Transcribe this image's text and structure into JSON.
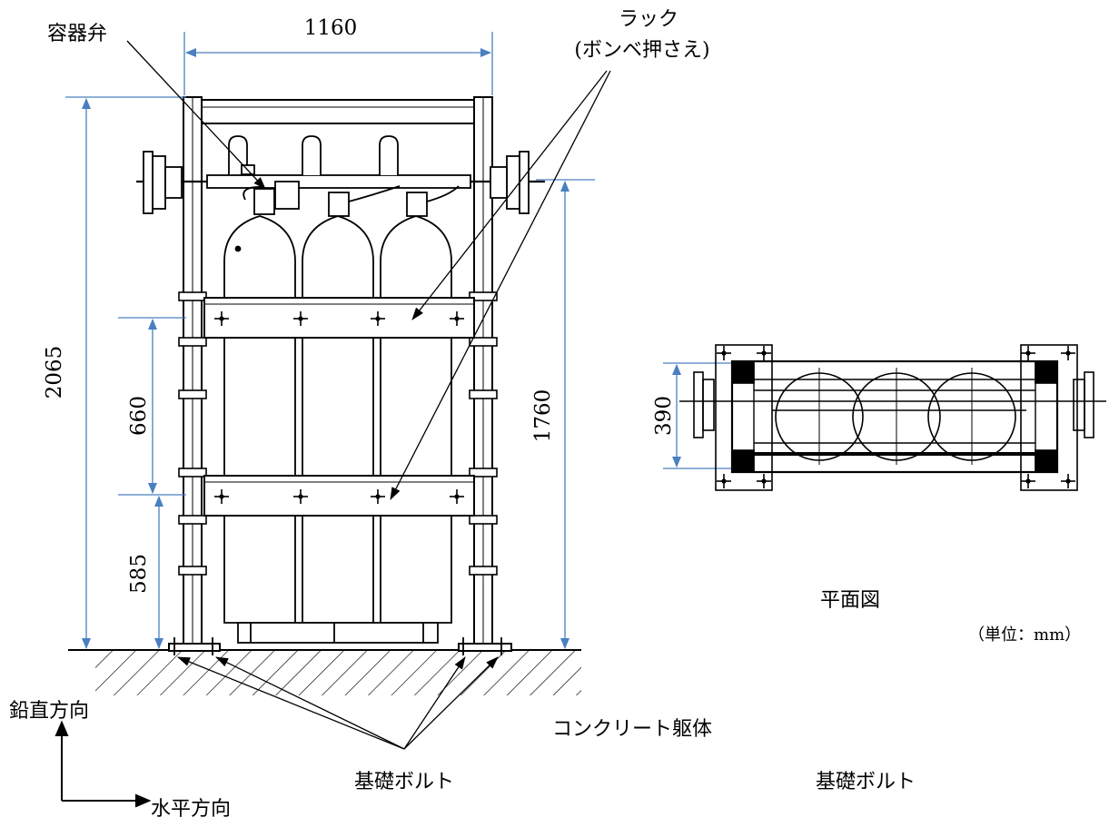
{
  "labels": {
    "valve": "容器弁",
    "rack_line1": "ラック",
    "rack_line2": "(ボンベ押さえ)",
    "vertical": "鉛直方向",
    "horizontal": "水平方向",
    "concrete": "コンクリート躯体",
    "bolt_left": "基礎ボルト",
    "bolt_right": "基礎ボルト",
    "plan_view": "平面図",
    "unit": "（単位：mm）"
  },
  "dimensions": {
    "width": "1160",
    "total_height": "2065",
    "band_spacing": "660",
    "lower_band": "585",
    "pipe_height": "1760",
    "plan_depth": "390"
  },
  "colors": {
    "dimension_line": "#4a7fc1",
    "drawing_line": "#000000",
    "background": "#ffffff"
  }
}
